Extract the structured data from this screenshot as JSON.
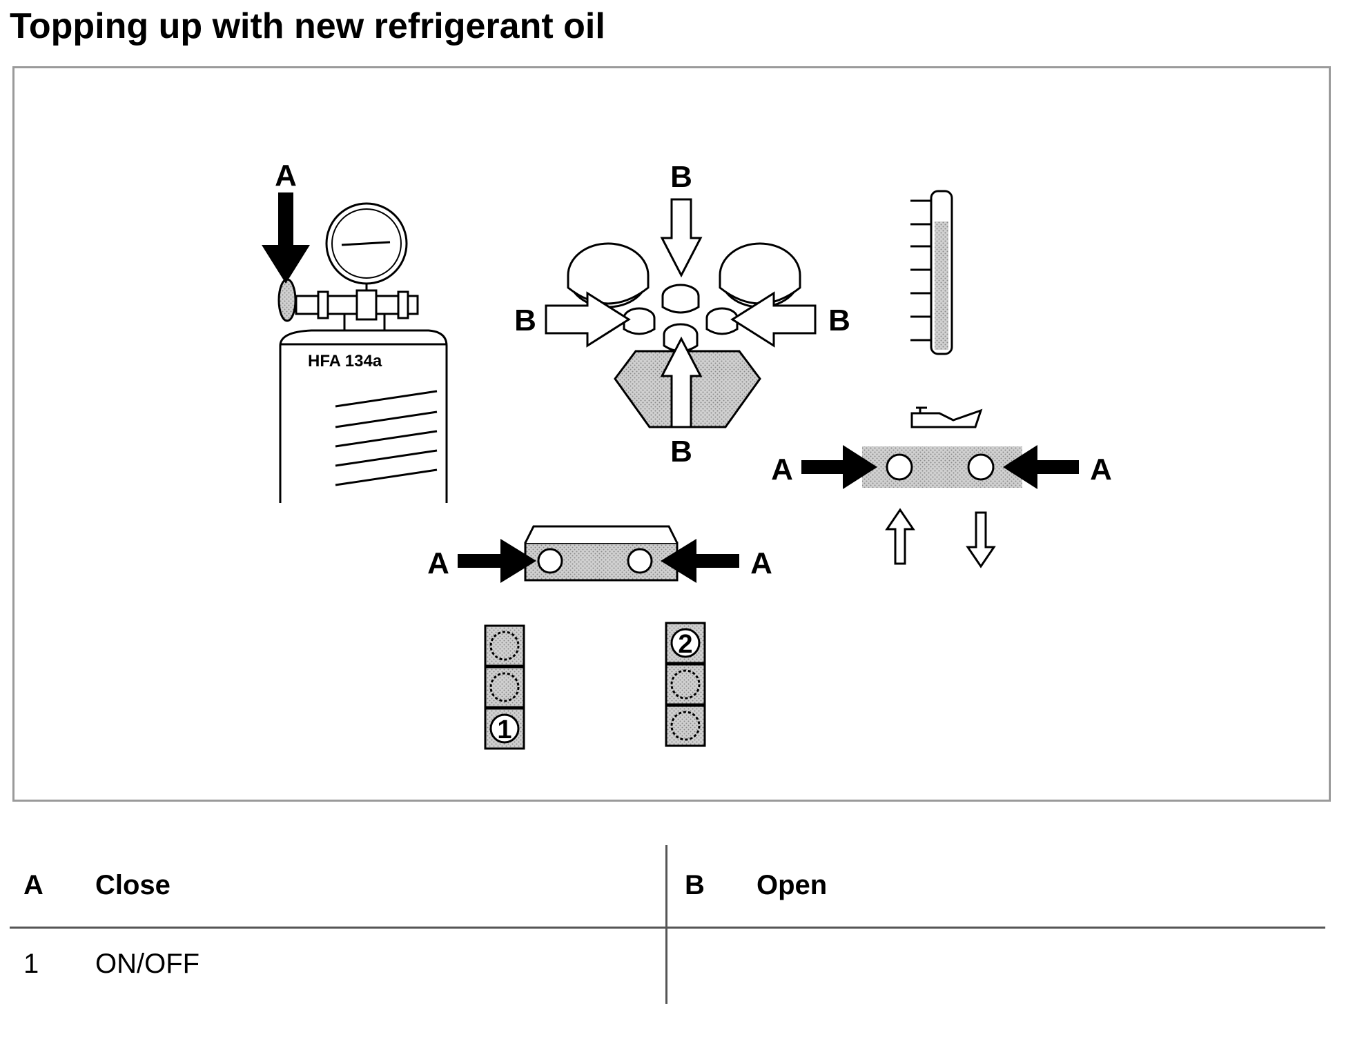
{
  "page": {
    "title": "Topping up with new refrigerant oil"
  },
  "figure": {
    "cylinder_label": "HFA 134a",
    "valve_callout_a": "A",
    "valve_callout_b": "B",
    "switch_1": "1",
    "switch_2": "2"
  },
  "legend": {
    "rows": [
      {
        "key_left": "A",
        "text_left": "Close",
        "key_right": "B",
        "text_right": "Open"
      },
      {
        "key_left": "1",
        "text_left": "ON/OFF",
        "key_right": "",
        "text_right": ""
      }
    ]
  },
  "colors": {
    "frame_border": "#9a9a9a",
    "stipple": "#c4c4c4",
    "line": "#000000"
  }
}
